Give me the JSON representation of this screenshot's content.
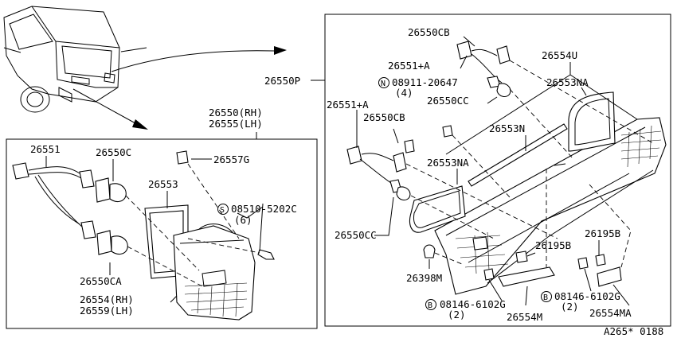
{
  "diagram": {
    "code": "A265* 0188",
    "callouts": {
      "assy_right": "26550P",
      "assy_left_rh": "26550(RH)",
      "assy_left_lh": "26555(LH)",
      "harness_left": "26551",
      "bulb_upper_left": "26550C",
      "bulb_lower_left": "26550CA",
      "clip_nut": "26557G",
      "gasket_left": "26553",
      "screw_left": "08510-5202C",
      "screw_left_qty": "(6)",
      "lens_rh": "26554(RH)",
      "lens_lh": "26559(LH)",
      "bulb_top_right": "26550CB",
      "harness_top_right": "26551+A",
      "nut_right": "08911-20647",
      "nut_right_qty": "(4)",
      "socket_right_top": "26550CC",
      "finisher": "26554U",
      "gasket_right_top": "26553NA",
      "harness_mid_right": "26551+A",
      "bulb_mid_right": "26550CB",
      "strip": "26553N",
      "gasket_right_mid": "26553NA",
      "socket_right_bottom": "26550CC",
      "clip_center": "26195B",
      "clip_right": "26195B",
      "grommet": "26398M",
      "bolt_left": "08146-6102G",
      "bolt_left_qty": "(2)",
      "bolt_right": "08146-6102G",
      "bolt_right_qty": "(2)",
      "bracket_left": "26554M",
      "bracket_right": "26554MA"
    },
    "symbols": {
      "n": "N",
      "s": "S",
      "b": "B"
    }
  }
}
